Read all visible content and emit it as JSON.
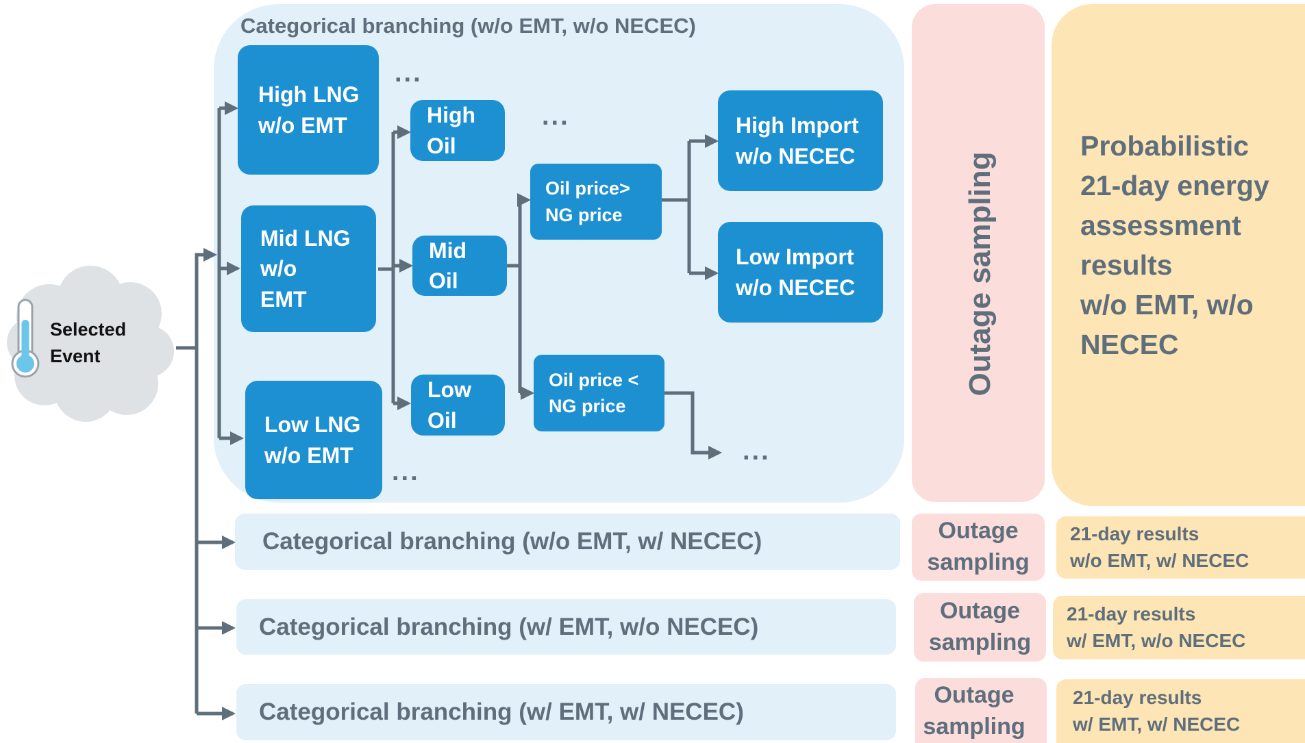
{
  "event": {
    "label": "Selected\nEvent"
  },
  "main_panel": {
    "title": "Categorical branching (w/o EMT, w/o NECEC)",
    "lng_nodes": [
      "High LNG\nw/o EMT",
      "Mid LNG\nw/o\nEMT",
      "Low LNG\nw/o EMT"
    ],
    "oil_nodes": [
      "High\nOil",
      "Mid\nOil",
      "Low\nOil"
    ],
    "price_nodes": [
      "Oil price>\nNG price",
      "Oil price <\nNG price"
    ],
    "import_nodes": [
      "High Import\nw/o NECEC",
      "Low Import\nw/o NECEC"
    ],
    "ellipsis": "..."
  },
  "outage_main": {
    "label": "Outage sampling"
  },
  "result_main": {
    "label": "Probabilistic\n21-day energy\nassessment\nresults\nw/o EMT, w/o\nNECEC"
  },
  "rows": [
    {
      "branch": "Categorical branching (w/o EMT, w/ NECEC)",
      "outage": "Outage\nsampling",
      "result": "21-day results\nw/o EMT, w/ NECEC"
    },
    {
      "branch": "Categorical branching (w/ EMT, w/o NECEC)",
      "outage": "Outage\nsampling",
      "result": "21-day results\nw/ EMT, w/o NECEC"
    },
    {
      "branch": "Categorical branching (w/ EMT, w/ NECEC)",
      "outage": "Outage\nsampling",
      "result": "21-day results\nw/ EMT, w/ NECEC"
    }
  ],
  "colors": {
    "node_blue": "#1d90d2",
    "panel_blue": "#e2f0f9",
    "outage_pink": "#fbdddc",
    "result_tan": "#fde5b5",
    "text_gray": "#5e6e7b",
    "connector": "#5e6e7b",
    "cloud": "#dfe2e5",
    "thermometer": "#6cc6ea"
  }
}
